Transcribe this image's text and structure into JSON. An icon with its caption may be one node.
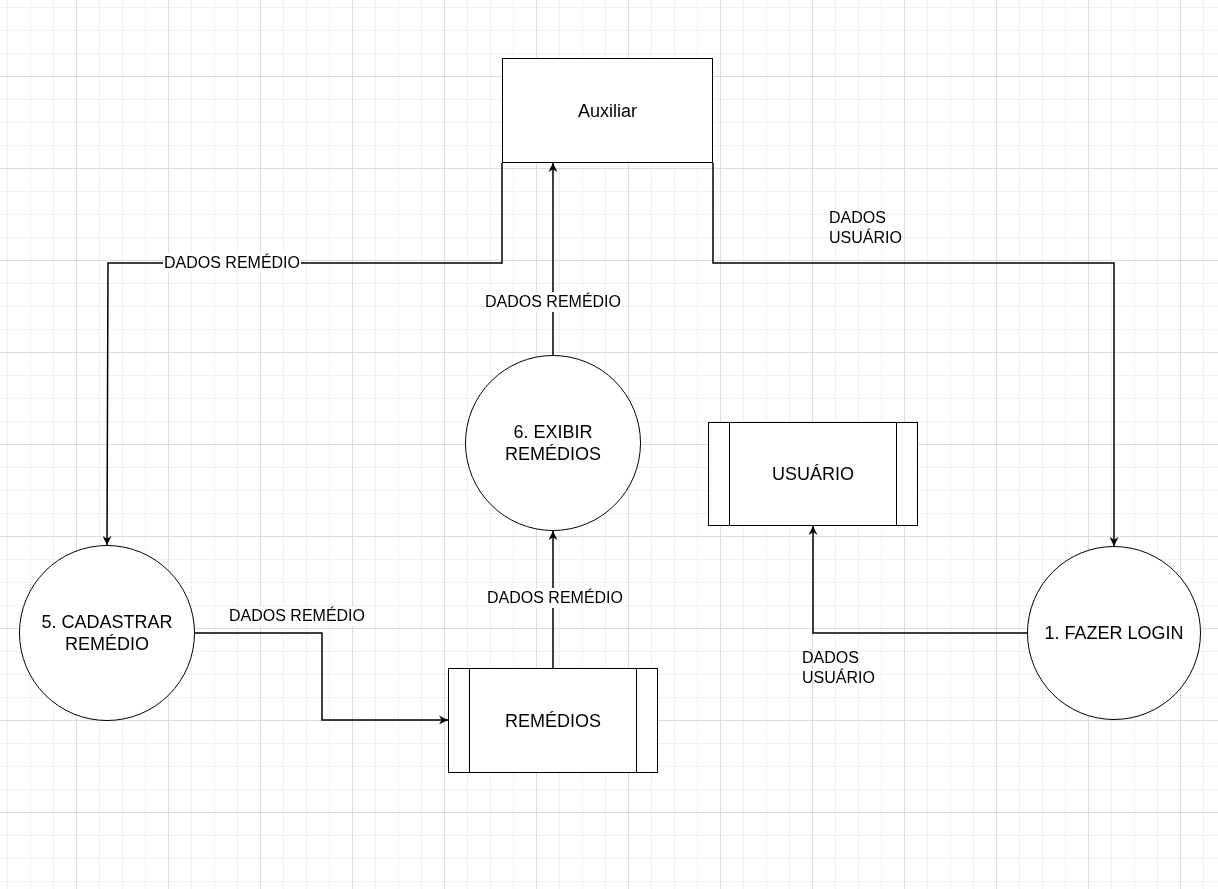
{
  "diagram": {
    "nodes": [
      {
        "text": [
          "Auxiliar"
        ]
      },
      {
        "text": [
          "6. EXIBIR REMÉDIOS"
        ]
      },
      {
        "text": [
          "USUÁRIO"
        ]
      },
      {
        "text": [
          "5. CADASTRAR REMÉDIO"
        ]
      },
      {
        "text": [
          "REMÉDIOS"
        ]
      },
      {
        "text": [
          "1. FAZER LOGIN"
        ]
      }
    ],
    "edges": [
      {
        "from": 0,
        "to": 3,
        "arrow": "to",
        "label": "DADOS REMÉDIO"
      },
      {
        "from": 1,
        "to": 0,
        "arrow": "to",
        "label": "DADOS REMÉDIO"
      },
      {
        "from": 0,
        "to": 5,
        "arrow": "to",
        "label": "DADOS USUÁRIO"
      },
      {
        "from": 3,
        "to": 4,
        "arrow": "to",
        "label": "DADOS REMÉDIO"
      },
      {
        "from": 4,
        "to": 1,
        "arrow": "to",
        "label": "DADOS REMÉDIO"
      },
      {
        "from": 5,
        "to": 2,
        "arrow": "to",
        "label": "DADOS USUÁRIO"
      }
    ]
  }
}
